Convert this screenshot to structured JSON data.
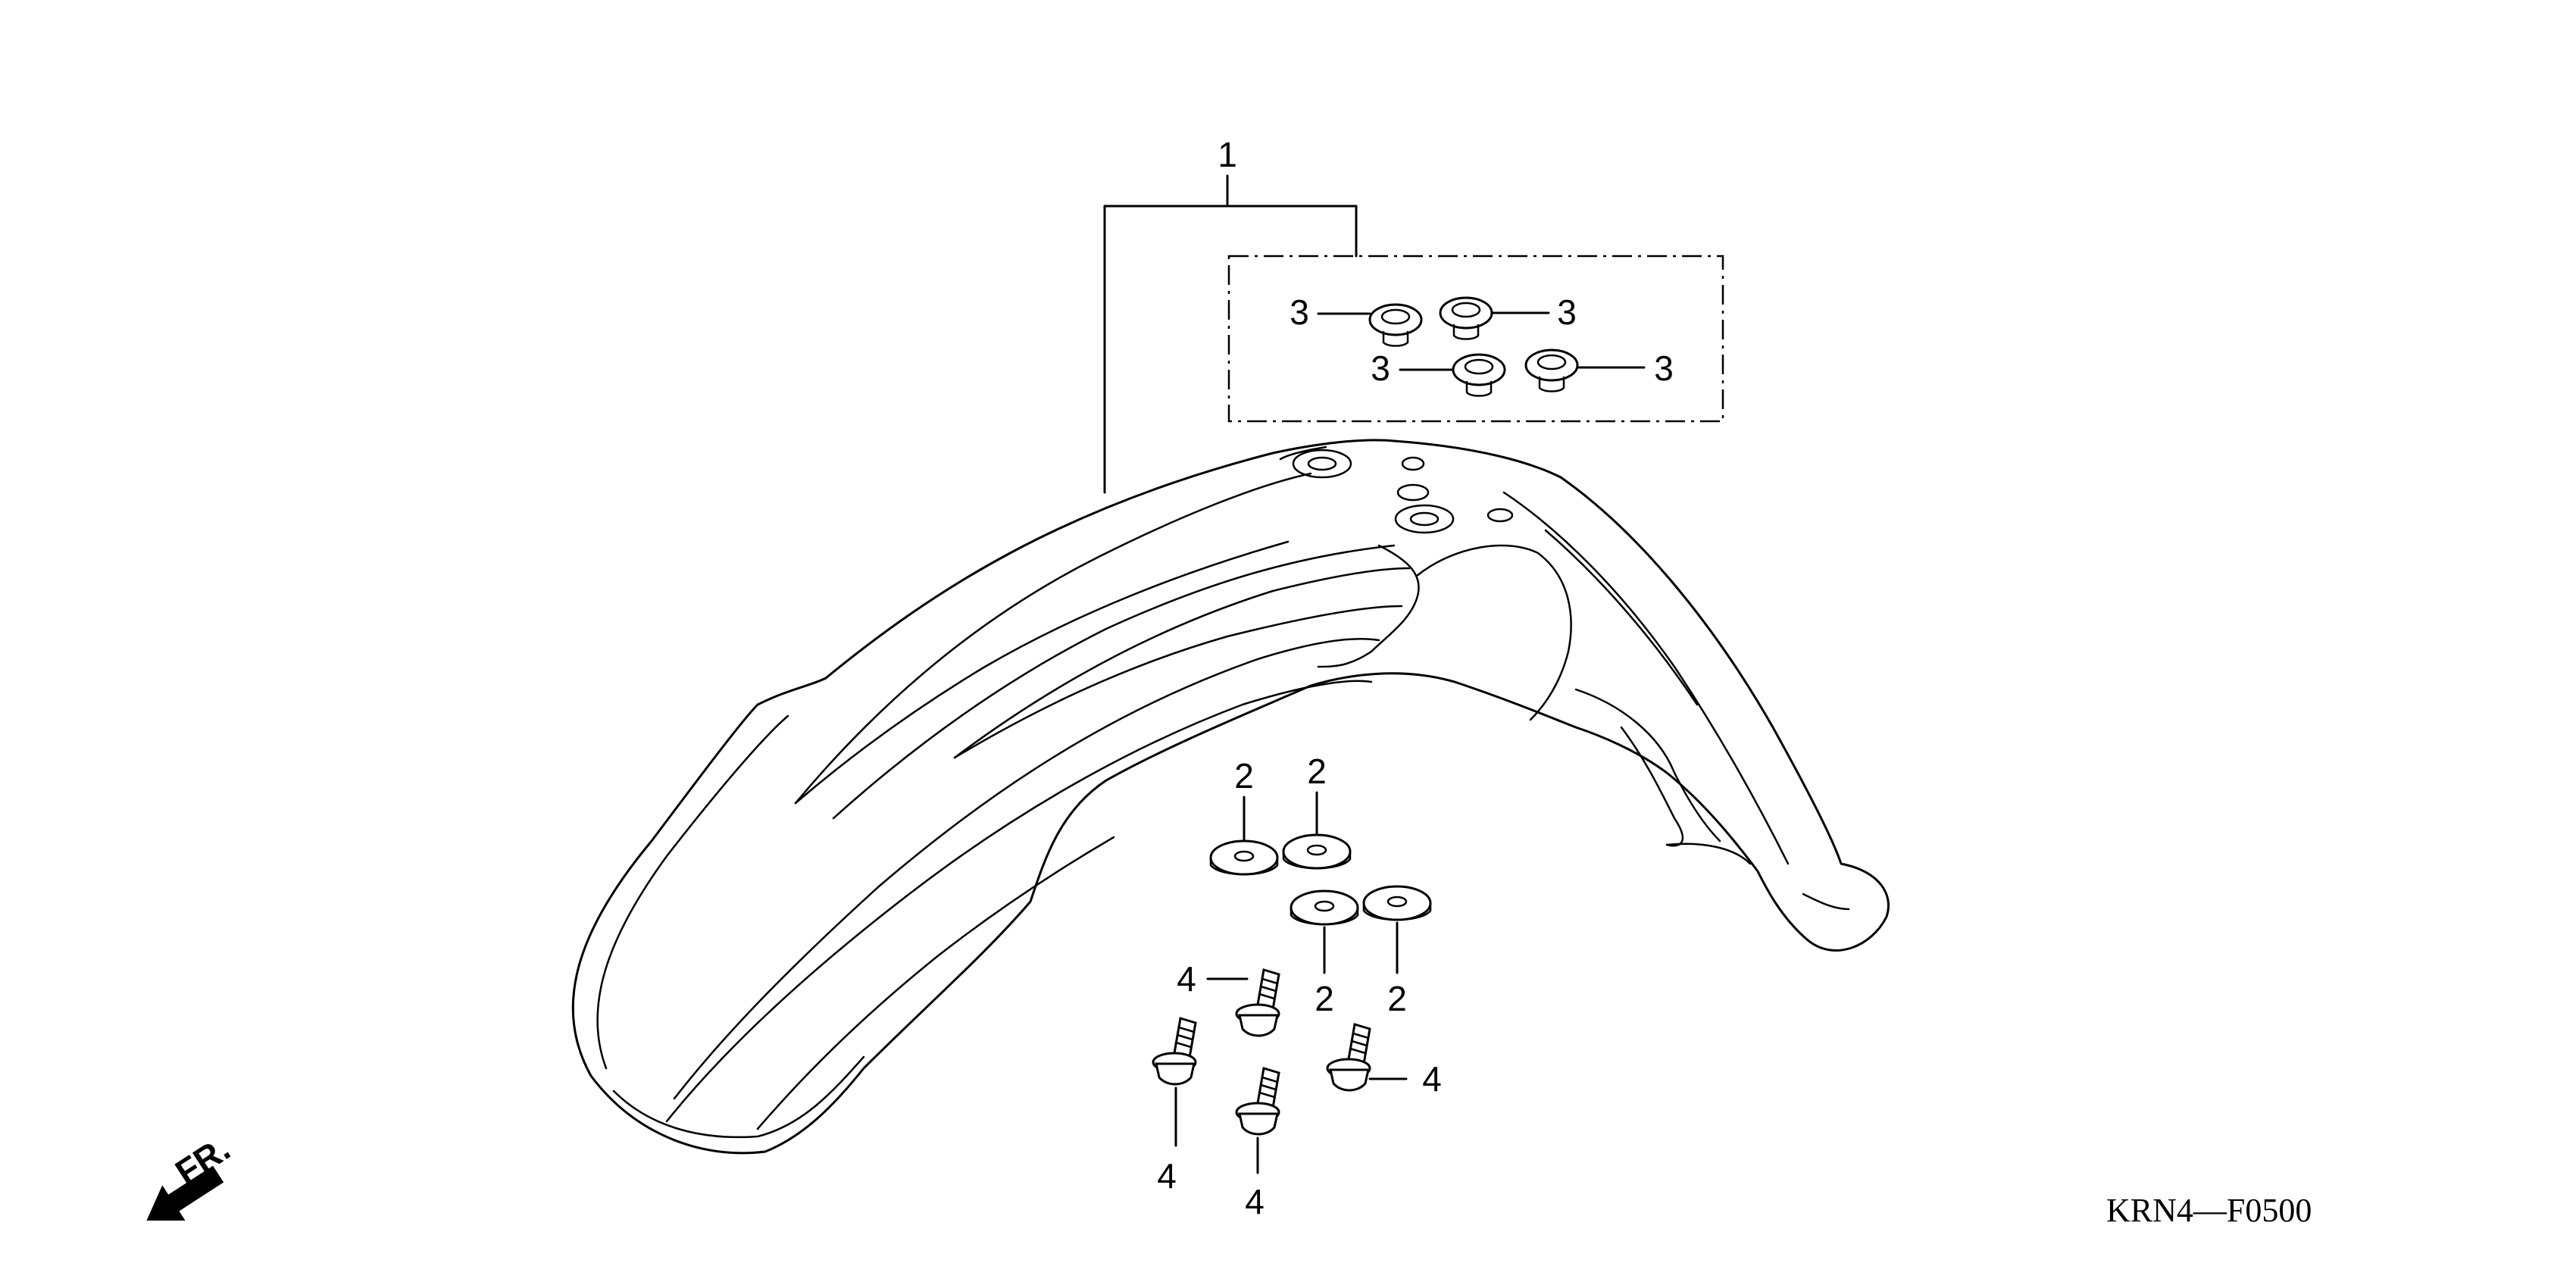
{
  "diagram": {
    "callouts": {
      "fender": "1",
      "washer_a": "2",
      "washer_b": "2",
      "washer_c": "2",
      "washer_d": "2",
      "grommet_a": "3",
      "grommet_b": "3",
      "grommet_c": "3",
      "grommet_d": "3",
      "bolt_a": "4",
      "bolt_b": "4",
      "bolt_c": "4",
      "bolt_d": "4"
    },
    "direction_label": "FR.",
    "diagram_code": "KRN4—F0500"
  }
}
